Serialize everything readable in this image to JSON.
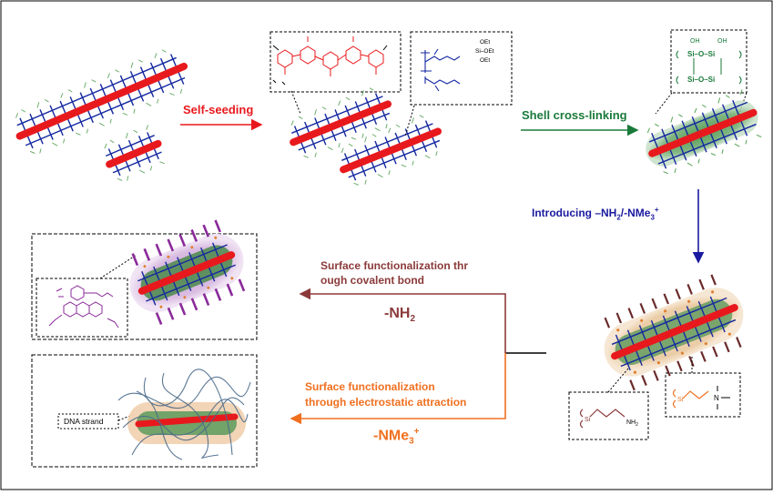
{
  "steps": {
    "self_seeding": "Self-seeding",
    "shell_crosslinking": "Shell cross-linking",
    "introducing": "Introducing –NH",
    "introducing_sub2": "2",
    "introducing_mid": "/-NMe",
    "introducing_sub3": "3",
    "introducing_sup": "+",
    "covalent_line1": "Surface functionalization thr",
    "covalent_line2": "ough covalent bond",
    "nh2_base": "-NH",
    "nh2_sub": "2",
    "electrostatic_line1": "Surface functionalization",
    "electrostatic_line2": "through electrostatic attraction",
    "nme3_base": "-NMe",
    "nme3_sub": "3",
    "nme3_sup": "+"
  },
  "labels": {
    "dna_strand": "DNA strand"
  },
  "chem": {
    "oet1": "OEt",
    "si_oet": "Si–OEt",
    "oet2": "OEt",
    "oh": "OH",
    "si_o_si_top": "Si–O–Si",
    "si_o_si_bottom": "Si–O–Si",
    "amine": "NH",
    "amine_sub": "2",
    "si": "Si",
    "n_plus": "N"
  },
  "colors": {
    "red": "#e8191d",
    "blue": "#1428a0",
    "green": "#2e8b2e",
    "dark_green": "#1a7a3a",
    "navy": "#1a1aa0",
    "maroon": "#8b3a3a",
    "orange": "#f07020",
    "purple": "#8a2a9a"
  }
}
